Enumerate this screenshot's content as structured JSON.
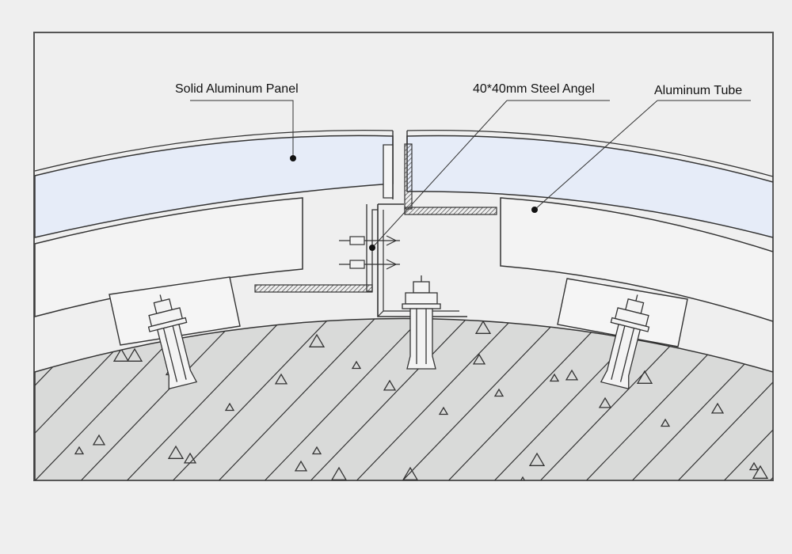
{
  "labels": {
    "panel": "Solid Aluminum Panel",
    "angle": "40*40mm Steel Angel",
    "tube": "Aluminum Tube"
  },
  "colors": {
    "background": "#efefef",
    "frame": "#555555",
    "panel_fill": "#e6ecf8",
    "concrete": "#d9dad9",
    "line": "#333333"
  }
}
